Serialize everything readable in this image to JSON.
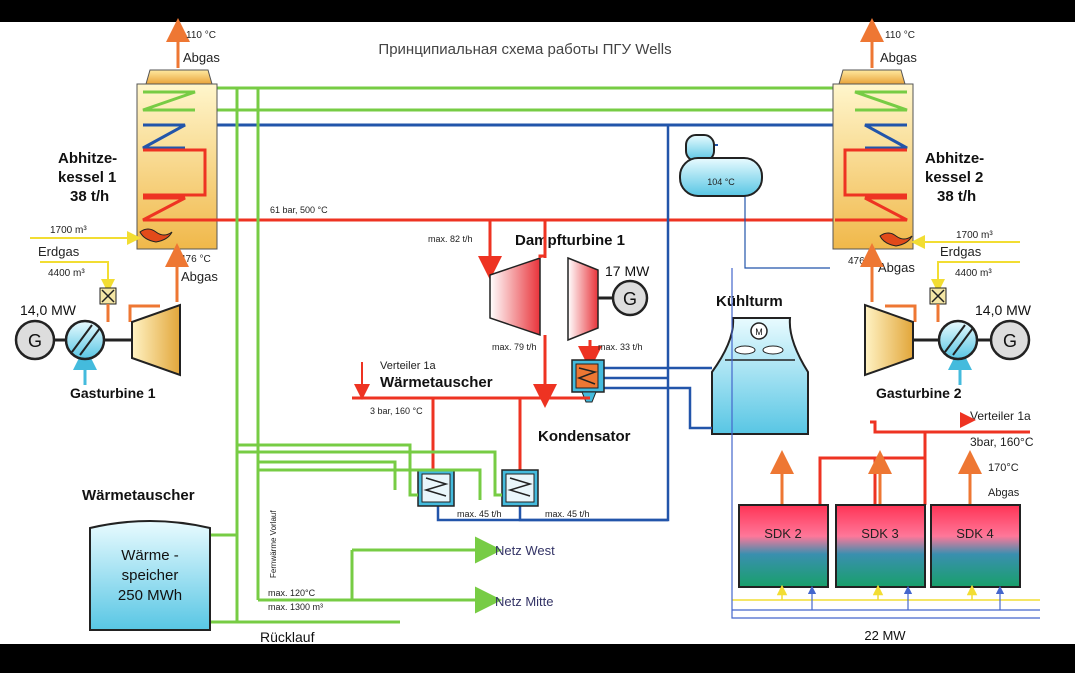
{
  "title": "Принципиальная схема работы ПГУ Wells",
  "boiler1": {
    "name_line1": "Abhitze-",
    "name_line2": "kessel 1",
    "capacity": "38 t/h",
    "exhaust_temp": "110 °C",
    "exhaust_label": "Abgas",
    "flue_temp": "476 °C",
    "flue_label": "Abgas",
    "gas_flow": "1700 m³"
  },
  "boiler2": {
    "name_line1": "Abhitze-",
    "name_line2": "kessel 2",
    "capacity": "38 t/h",
    "exhaust_temp": "110 °C",
    "exhaust_label": "Abgas",
    "flue_temp": "476 °C",
    "flue_label": "Abgas",
    "gas_flow": "1700 m³"
  },
  "gas1": {
    "label": "Erdgas",
    "flow": "4400 m³"
  },
  "gas2": {
    "label": "Erdgas",
    "flow": "4400 m³"
  },
  "gt1": {
    "power": "14,0 MW",
    "generator": "G",
    "name": "Gasturbine 1"
  },
  "gt2": {
    "power": "14,0 MW",
    "generator": "G",
    "name": "Gasturbine 2"
  },
  "steam": {
    "line": "61 bar, 500 °C",
    "max_in": "max. 82 t/h",
    "max_to_hx": "max. 79 t/h",
    "max_to_cond": "max. 33 t/h"
  },
  "st": {
    "name": "Dampfturbine 1",
    "power": "17 MW",
    "generator": "G"
  },
  "tank": {
    "temp": "104 °C"
  },
  "cooling": {
    "name": "Kühlturm",
    "motor": "M"
  },
  "condenser": {
    "name": "Kondensator"
  },
  "hx": {
    "distributor": "Verteiler 1a",
    "name": "Wärmetauscher",
    "params": "3 bar, 160 °C",
    "max_a": "max. 45 t/h",
    "max_b": "max. 45 t/h"
  },
  "storage": {
    "title": "Wärmetauscher",
    "line1": "Wärme -",
    "line2": "speicher",
    "line3": "250 MWh"
  },
  "district": {
    "flow_label": "Fernwärme Vorlauf",
    "max_temp": "max. 120°C",
    "max_flow": "max. 1300 m³",
    "return_label": "Rücklauf",
    "west": "Netz West",
    "mitte": "Netz Mitte"
  },
  "sdk": {
    "distributor": "Verteiler 1a",
    "params": "3bar, 160°C",
    "temp": "170°C",
    "exhaust": "Abgas",
    "units": [
      "SDK 2",
      "SDK 3",
      "SDK 4"
    ],
    "power": "22 MW"
  },
  "colors": {
    "steam": "#ee3322",
    "water": "#2255aa",
    "district": "#77cc44",
    "gas": "#f2dd33",
    "exhaust": "#ee7733",
    "air": "#44bbdd"
  }
}
